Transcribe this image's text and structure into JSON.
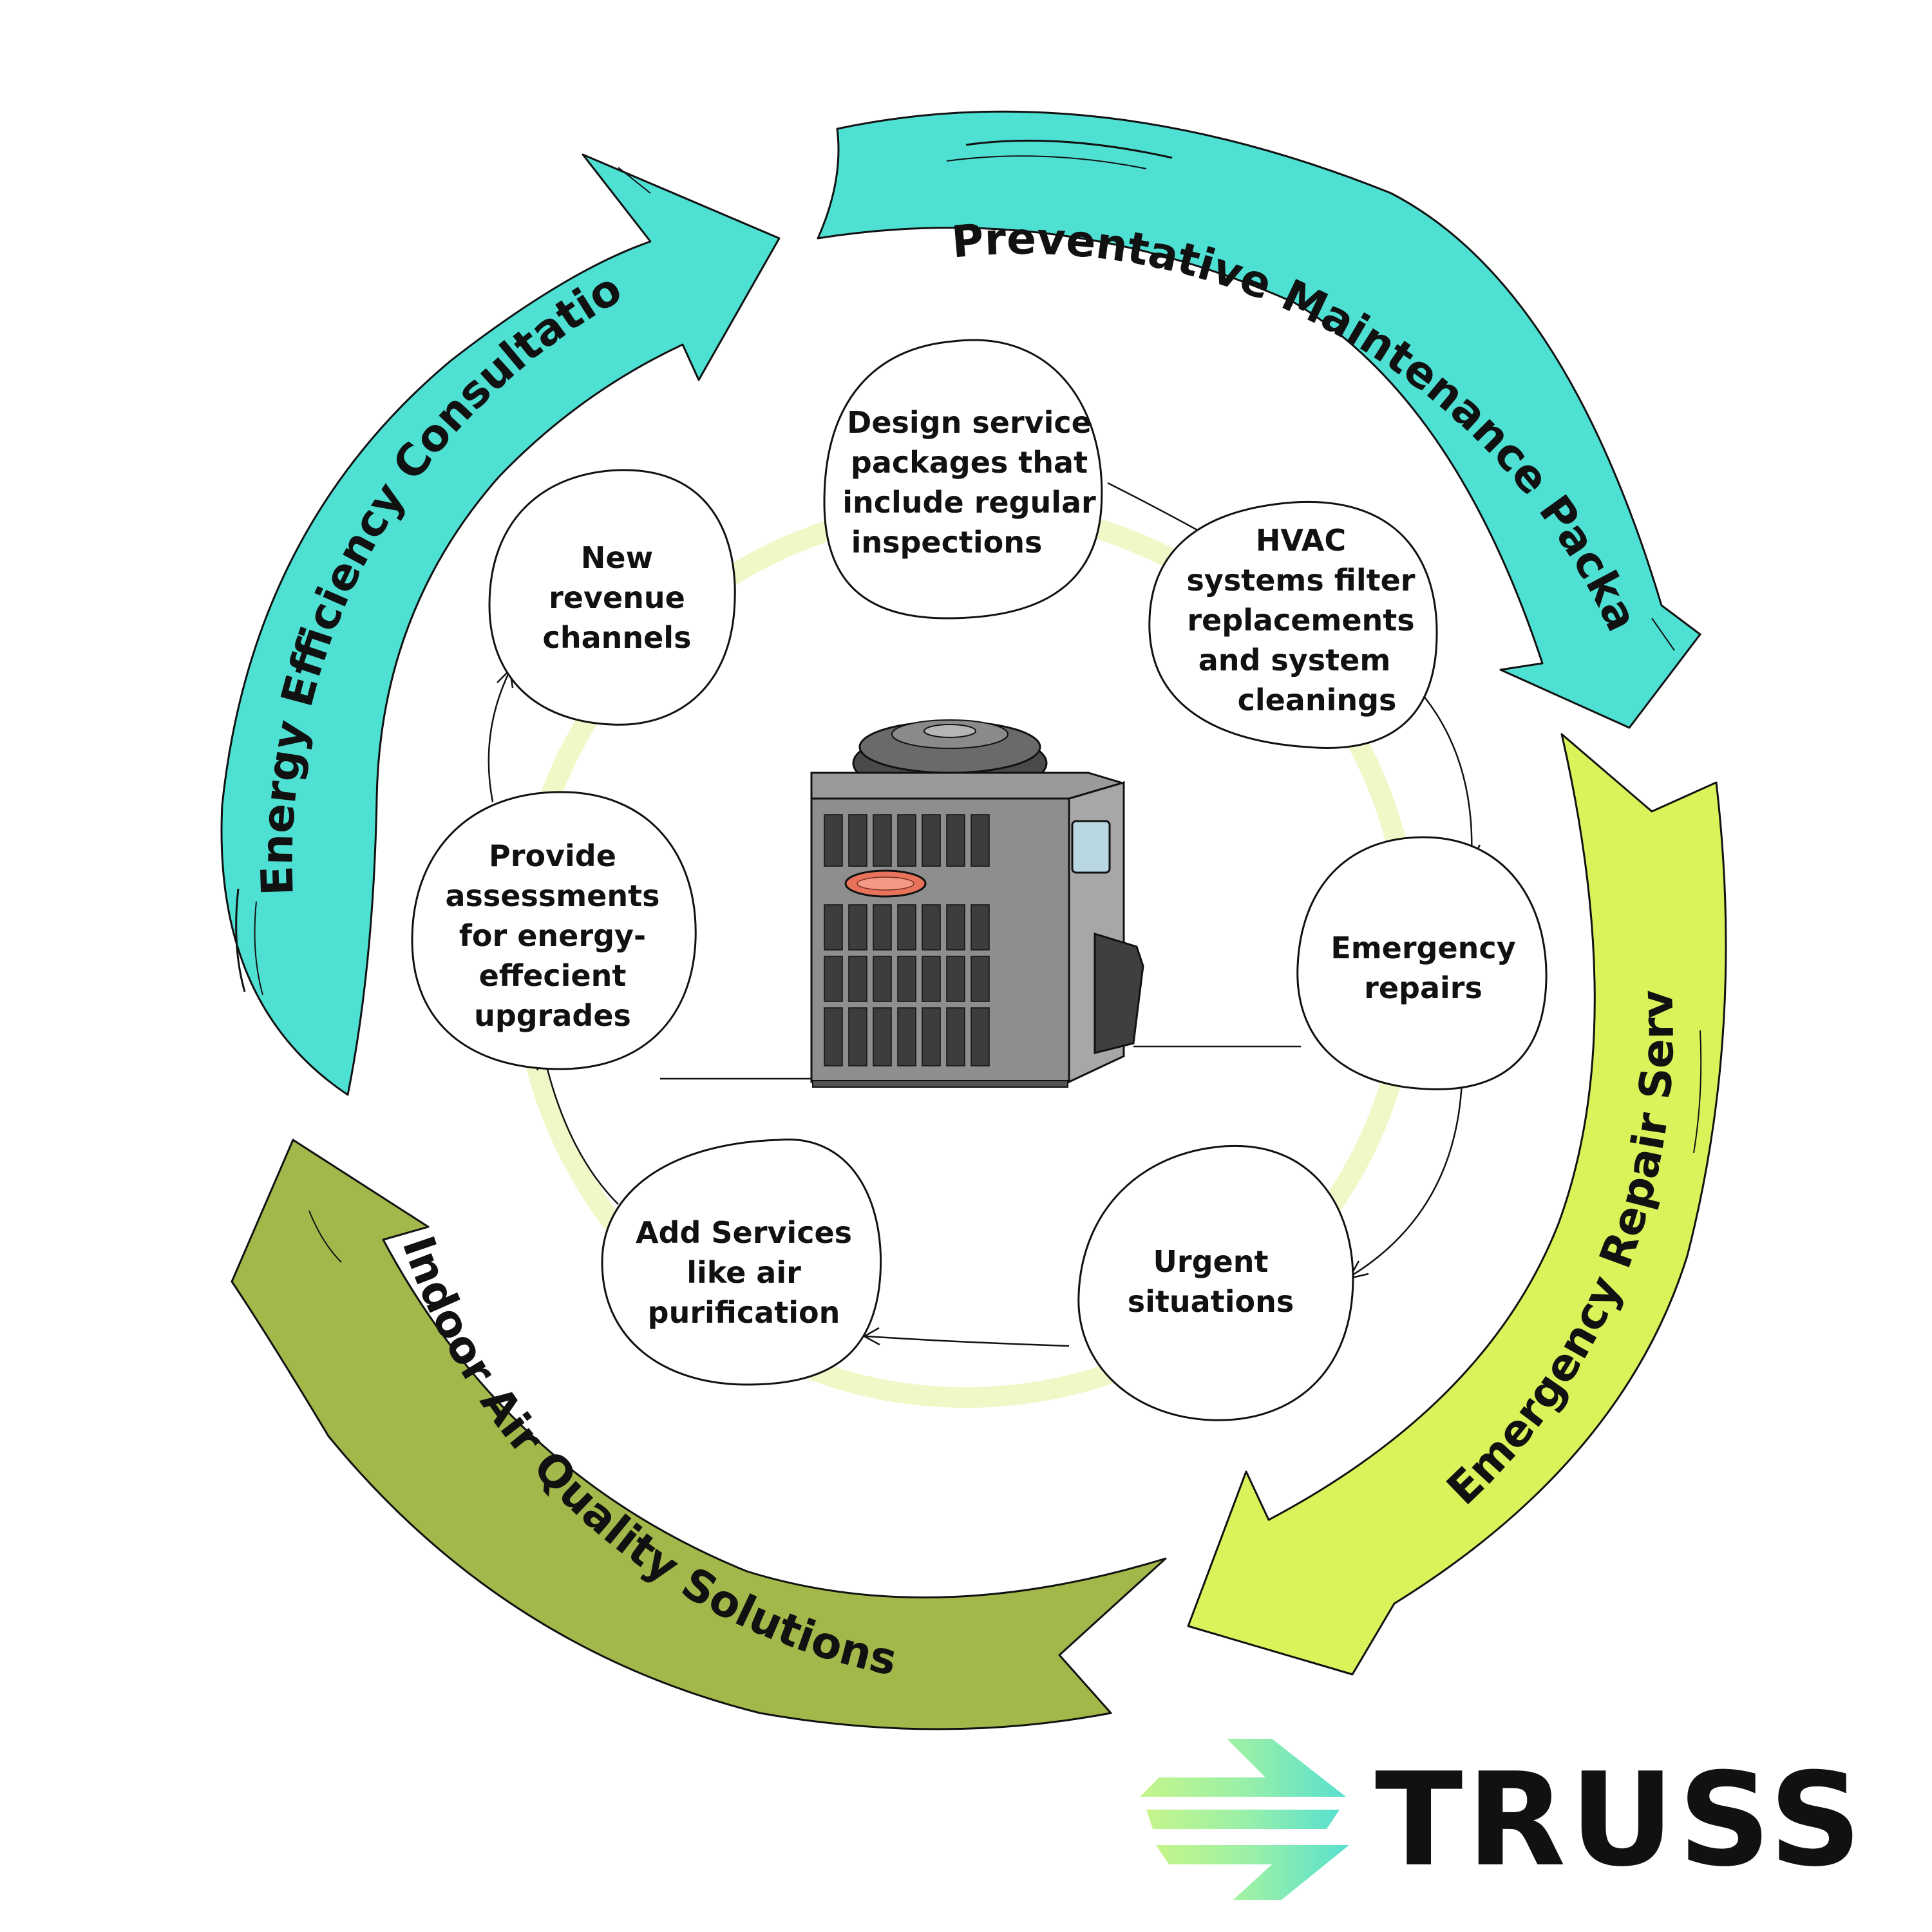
{
  "colors": {
    "teal": "#4fe0d4",
    "lime": "#d9f45a",
    "olive": "#a2b84a",
    "inner_ring": "#f1f8c8",
    "ink": "#111111"
  },
  "cycle": [
    {
      "label": "Preventative Maintenance Packages"
    },
    {
      "label": "Emergency Repair Services"
    },
    {
      "label": "Indoor Air Quality Solutions"
    },
    {
      "label": "Energy Efficiency Consultations"
    }
  ],
  "bubbles": [
    {
      "lines": [
        "Design service",
        "packages that",
        "include regular",
        "inspections"
      ]
    },
    {
      "lines": [
        "HVAC",
        "systems filter",
        "replacements",
        "and system",
        "cleanings"
      ]
    },
    {
      "lines": [
        "Emergency",
        "repairs"
      ]
    },
    {
      "lines": [
        "Urgent",
        "situations"
      ]
    },
    {
      "lines": [
        "Add Services",
        "like air",
        "purification"
      ]
    },
    {
      "lines": [
        "Provide",
        "assessments",
        "for energy-",
        "effecient",
        "upgrades"
      ]
    },
    {
      "lines": [
        "New",
        "revenue",
        "channels"
      ]
    }
  ],
  "logo": {
    "word": "TRUSS",
    "icon": "truss-arrows-icon"
  },
  "center_icon": "ac-unit-icon"
}
